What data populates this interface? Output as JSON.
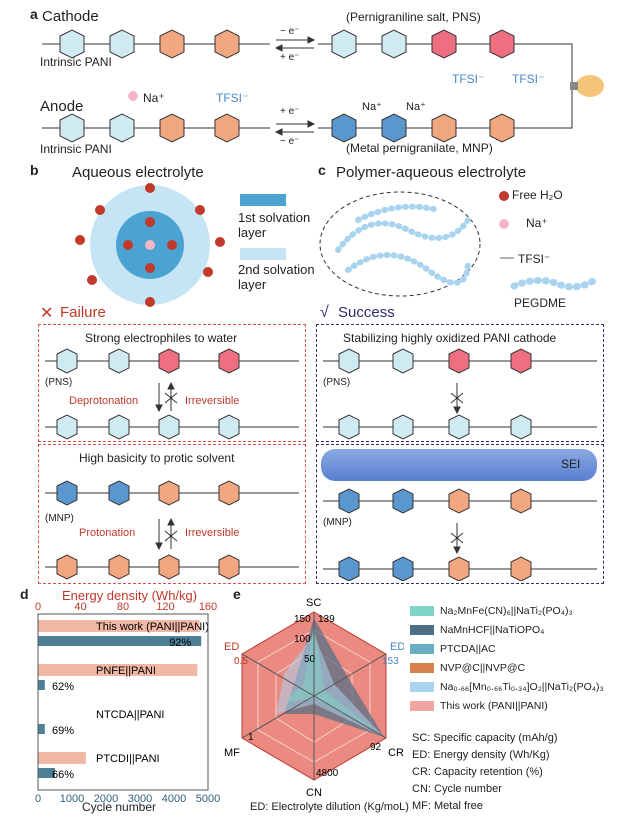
{
  "panel_a": {
    "label": "a",
    "cathode": "Cathode",
    "anode": "Anode",
    "intrinsic1": "Intrinsic PANI",
    "intrinsic2": "Intrinsic PANI",
    "pns": "(Pernigraniline salt, PNS)",
    "mnp": "(Metal pernigranilate, MNP)",
    "minus_e": "− e⁻",
    "plus_e": "+ e⁻",
    "na": "Na⁺",
    "tfsi": "TFSI⁻"
  },
  "panel_b": {
    "label": "b",
    "title": "Aqueous electrolyte",
    "first_layer": [
      "1st solvation",
      "layer"
    ],
    "second_layer": [
      "2nd solvation",
      "layer"
    ],
    "failure": "Failure",
    "box1_title": "Strong electrophiles to water",
    "box1_tag": "(PNS)",
    "box1_left": "Deprotonation",
    "box1_right": "Irreversible",
    "box2_title": "High basicity to protic solvent",
    "box2_tag": "(MNP)",
    "box2_left": "Protonation",
    "box2_right": "Irreversible"
  },
  "panel_c": {
    "label": "c",
    "title": "Polymer-aqueous electrolyte",
    "free_h2o": "Free H₂O",
    "na": "Na⁺",
    "tfsi": "TFSI⁻",
    "pegdme": "PEGDME",
    "success": "Success",
    "box1_title": "Stabilizing highly oxidized PANI cathode",
    "box1_tag": "(PNS)",
    "sei": "SEI",
    "box2_tag": "(MNP)"
  },
  "chart_data": [
    {
      "type": "bar",
      "panel": "d",
      "categories": [
        "This work (PANI||PANI)",
        "PNFE||PANI",
        "NTCDA||PANI",
        "PTCDI||PANI"
      ],
      "series": [
        {
          "name": "Energy density",
          "values": [
            152,
            150,
            0,
            45
          ]
        },
        {
          "name": "Cycle number",
          "values": [
            4800,
            200,
            200,
            500
          ],
          "labels": [
            "92%",
            "62%",
            "69%",
            "66%"
          ]
        }
      ],
      "top_axis": {
        "label": "Energy density (Wh/kg)",
        "ticks": [
          "0",
          "40",
          "80",
          "120",
          "160"
        ],
        "range": [
          0,
          160
        ]
      },
      "bottom_axis": {
        "label": "Cycle number",
        "ticks": [
          "0",
          "1000",
          "2000",
          "3000",
          "4000",
          "5000"
        ],
        "range": [
          0,
          5000
        ]
      },
      "colors": {
        "energy": "#f2b8a6",
        "cycle": "#4d7f96"
      }
    },
    {
      "type": "radar",
      "panel": "e",
      "axes": [
        "SC",
        "ED",
        "CR",
        "CN",
        "MF",
        "ED"
      ],
      "axis_ticks": {
        "SC_max": "150",
        "SC_val": "139",
        "ED_val": "153",
        "CR_val": "92",
        "CN_val": "4800",
        "MF_val": "1",
        "EDL_val": "0.5",
        "inner_100": "100",
        "inner_50": "50"
      },
      "series": [
        {
          "name": "Na2MnFe(CN)6||NaTi2(PO4)3",
          "color": "#7fd6c6"
        },
        {
          "name": "NaMnHCF||NaTiOPO4",
          "color": "#4e6e86"
        },
        {
          "name": "PTCDA||AC",
          "color": "#6aaec3"
        },
        {
          "name": "NVP@C||NVP@C",
          "color": "#d8824e"
        },
        {
          "name": "Na0.66[Mn0.66Ti0.34]O2||NaTi2(PO4)3",
          "color": "#a9d3ee"
        },
        {
          "name": "This work (PANI||PANI)",
          "color": "#f1a5a0"
        }
      ],
      "legend_text": {
        "l1": "Na₂MnFe(CN)₆||NaTi₂(PO₄)₃",
        "l2": "NaMnHCF||NaTiOPO₄",
        "l3": "PTCDA||AC",
        "l4": "NVP@C||NVP@C",
        "l5": "Na₀.₆₆[Mn₀.₆₆Ti₀.₃₄]O₂||NaTi₂(PO₄)₃",
        "l6": "This work (PANI||PANI)"
      },
      "abbrev": [
        "SC: Specific capacity (mAh/g)",
        "ED: Energy density (Wh/Kg)",
        "CR: Capacity retention (%)",
        "CN: Cycle number",
        "MF: Metal free"
      ],
      "footer": "ED: Electrolyte dilution (Kg/moL)"
    }
  ]
}
